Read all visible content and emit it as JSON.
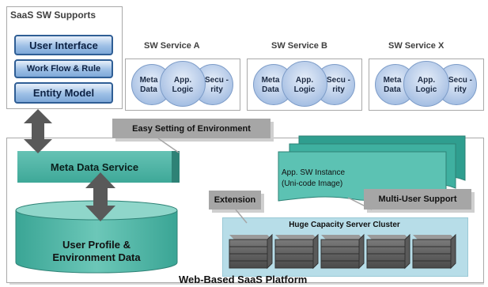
{
  "supports": {
    "title": "SaaS SW Supports",
    "items": [
      "User Interface",
      "Work Flow & Rule",
      "Entity Model"
    ]
  },
  "services": [
    {
      "title": "SW Service A",
      "circles": [
        "Meta Data",
        "App. Logic",
        "Secu -rity"
      ]
    },
    {
      "title": "SW Service B",
      "circles": [
        "Meta Data",
        "App. Logic",
        "Secu -rity"
      ]
    },
    {
      "title": "SW Service X",
      "circles": [
        "Meta Data",
        "App. Logic",
        "Secu -rity"
      ]
    }
  ],
  "platform": {
    "easy_setting": "Easy Setting of Environment",
    "meta_service": "Meta Data Service",
    "instance_line1": "App. SW Instance",
    "instance_line2": "(Uni-code Image)",
    "multi_user": "Multi-User Support",
    "extension": "Extension",
    "cluster_title": "Huge Capacity Server Cluster",
    "db_line1": "User Profile &",
    "db_line2": "Environment Data",
    "footer": "Web-Based SaaS Platform"
  },
  "colors": {
    "blue_border": "#2f5e95",
    "teal": "#3ea898",
    "gray_label": "#a6a6a6",
    "cluster_bg": "#b7dde8",
    "arrow": "#595959"
  }
}
